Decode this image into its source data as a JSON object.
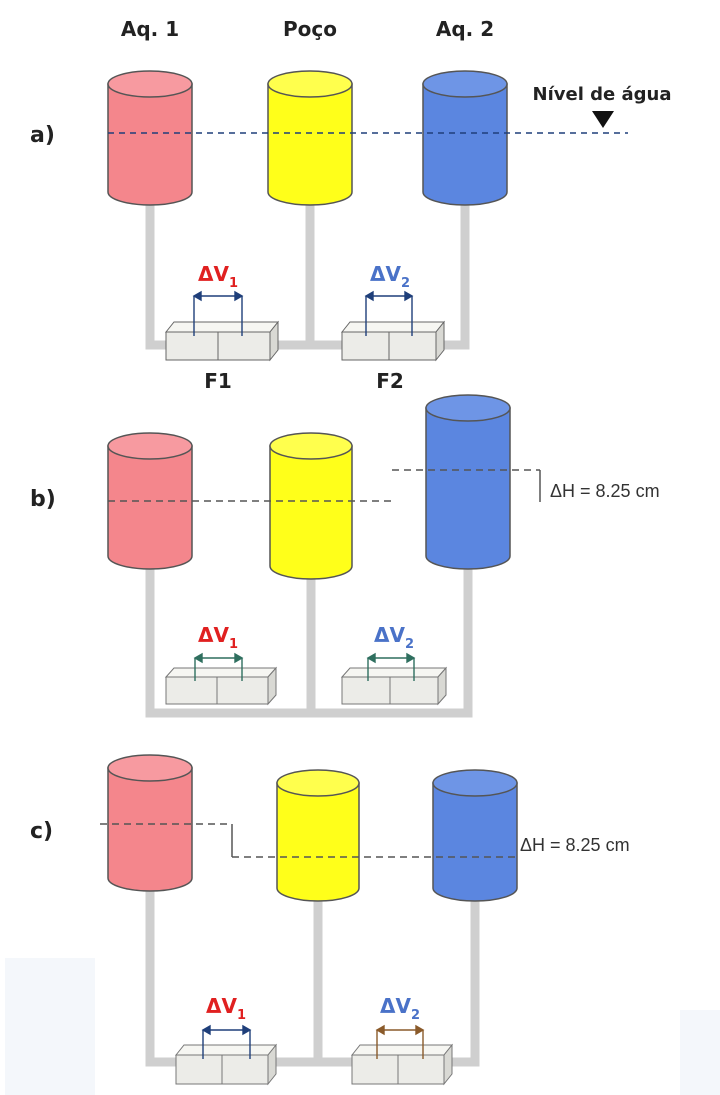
{
  "headers": {
    "aq1": "Aq. 1",
    "poco": "Poço",
    "aq2": "Aq. 2"
  },
  "water_level_label": "Nível de água",
  "panels": [
    {
      "label": "a)",
      "delta_v1": {
        "base": "ΔV",
        "sub": "1"
      },
      "delta_v2": {
        "base": "ΔV",
        "sub": "2"
      },
      "filter_labels": {
        "f1": "F1",
        "f2": "F2"
      }
    },
    {
      "label": "b)",
      "delta_h": "ΔH = 8.25 cm",
      "delta_v1": {
        "base": "ΔV",
        "sub": "1"
      },
      "delta_v2": {
        "base": "ΔV",
        "sub": "2"
      }
    },
    {
      "label": "c)",
      "delta_h": "ΔH = 8.25 cm",
      "delta_v1": {
        "base": "ΔV",
        "sub": "1"
      },
      "delta_v2": {
        "base": "ΔV",
        "sub": "2"
      }
    }
  ],
  "colors": {
    "aq1": "#f4868c",
    "poco": "#ffff1a",
    "aq2": "#5b86e0",
    "pipe": "#cfcfcf",
    "filter": "#ecece8",
    "delta_v1": "#e02020",
    "delta_v2": "#4a72c8",
    "water_level": "#1f3f7a"
  }
}
